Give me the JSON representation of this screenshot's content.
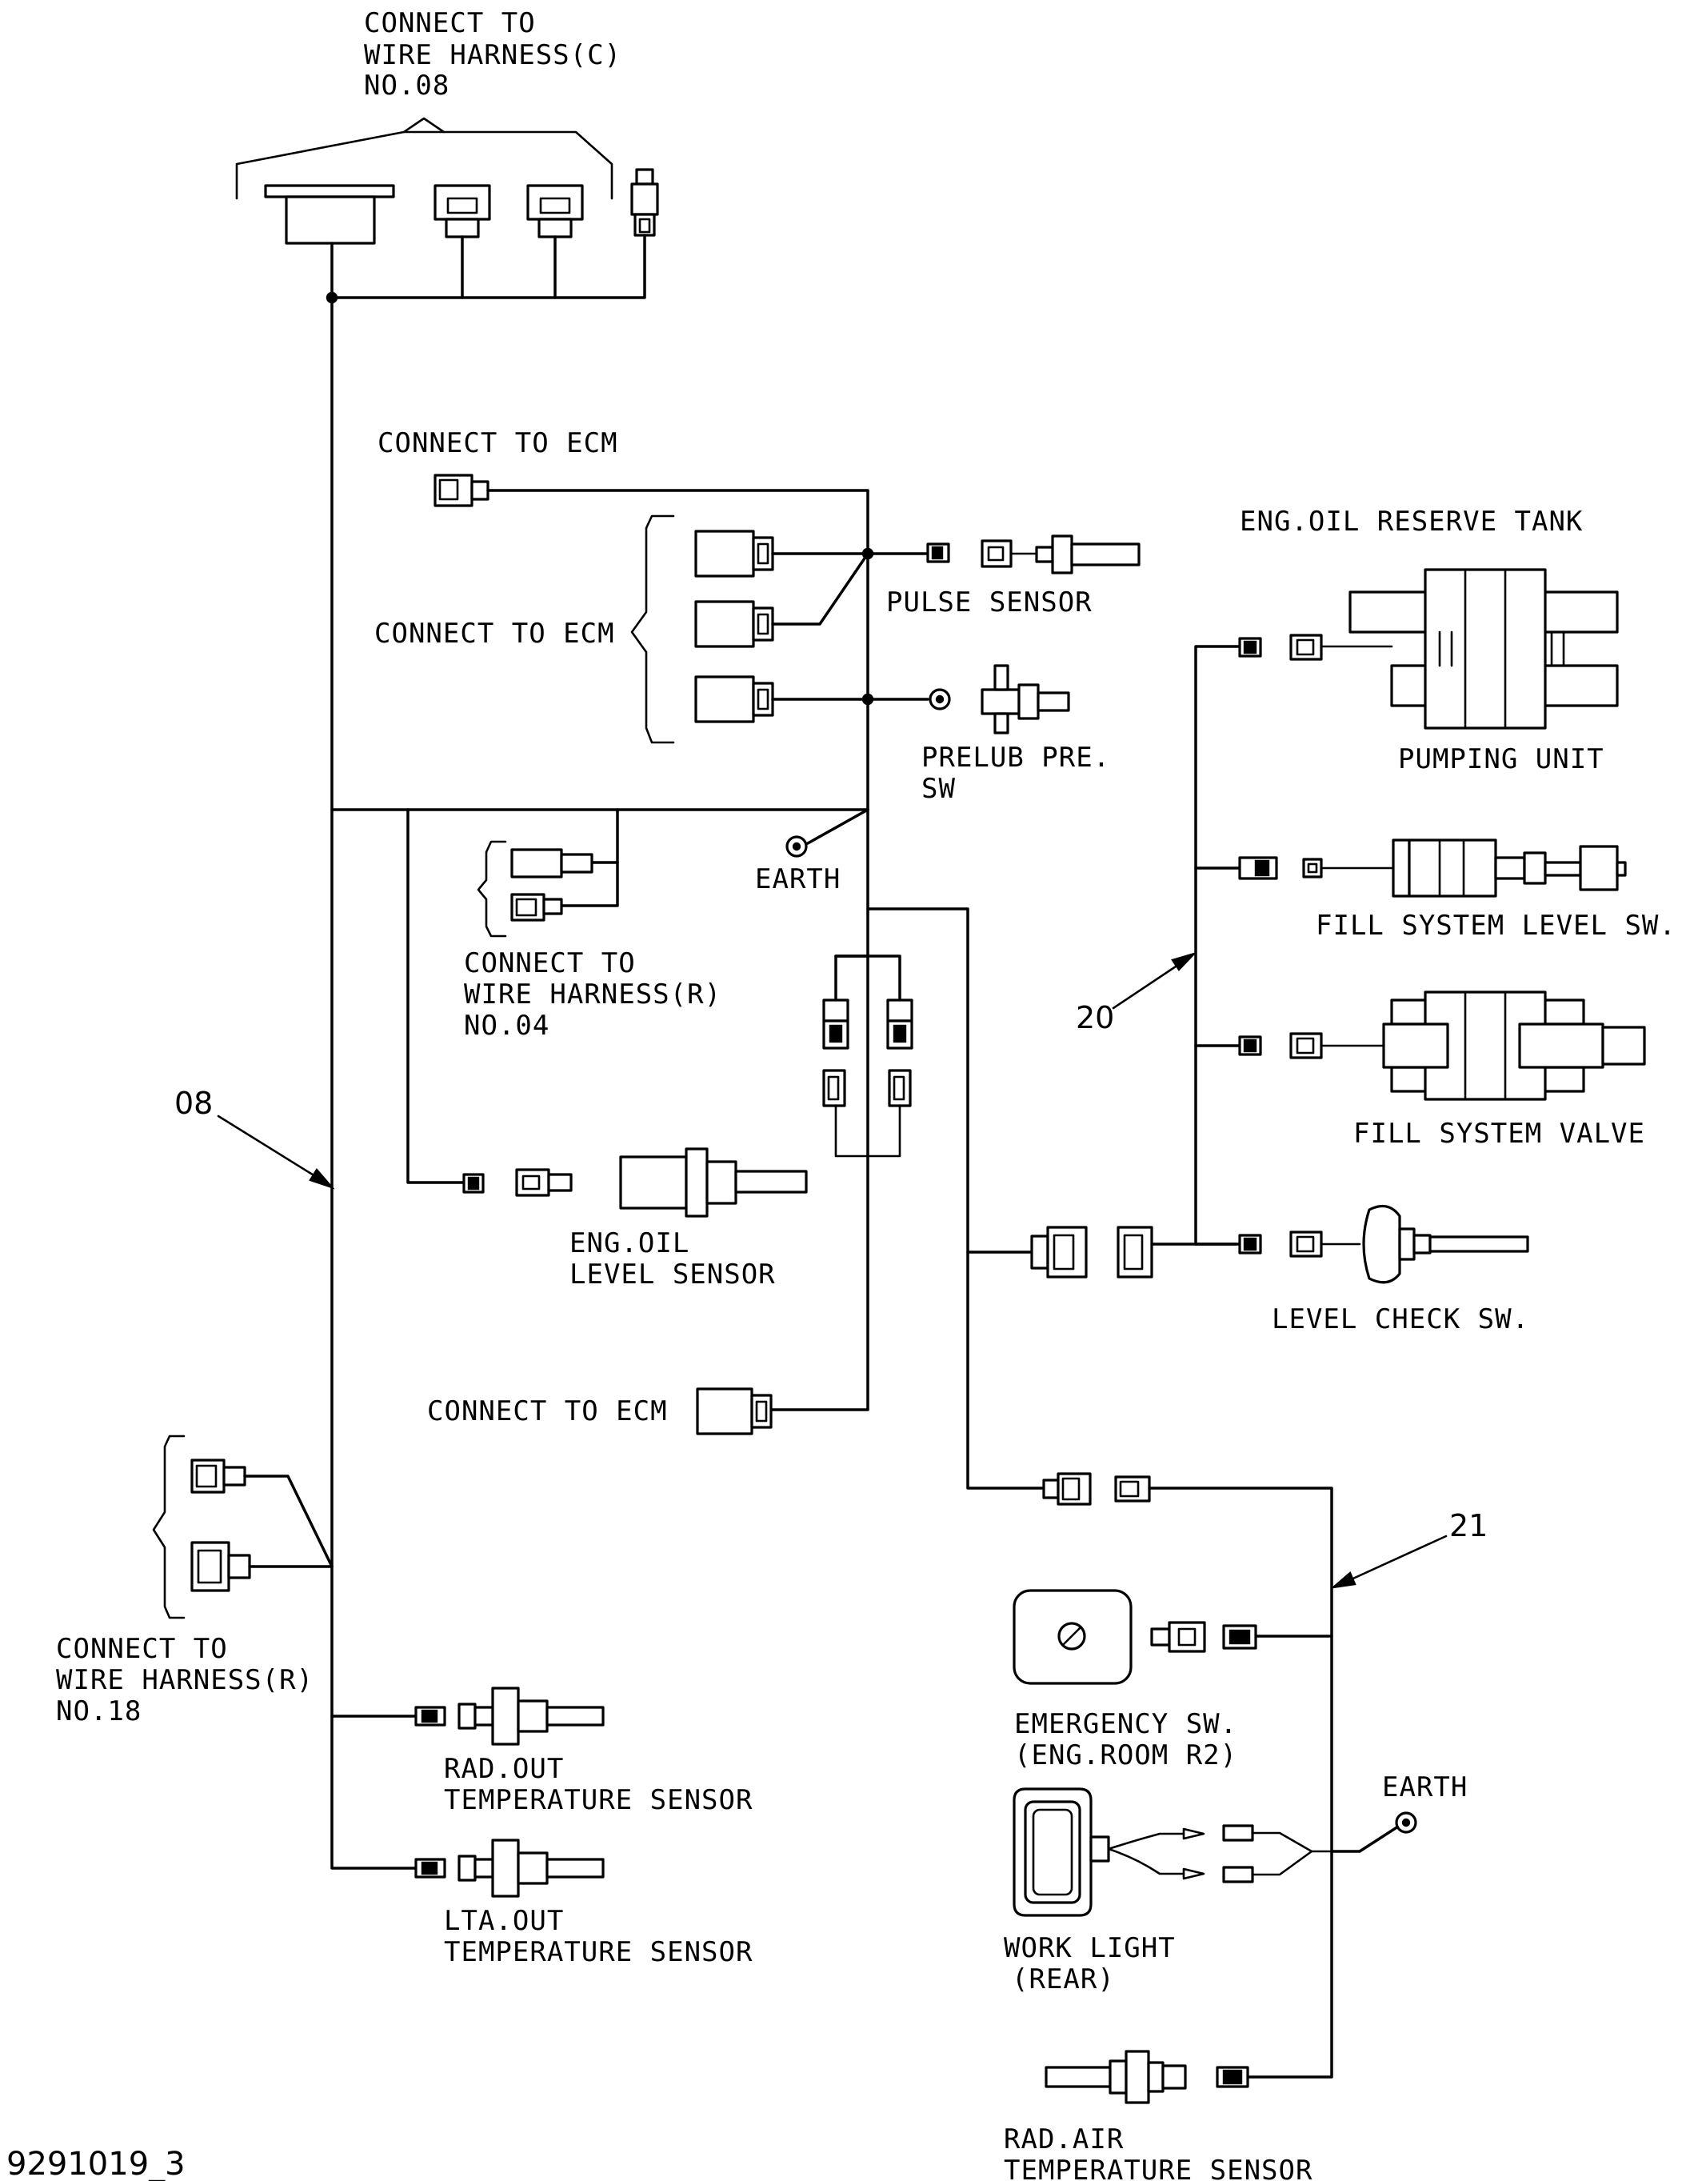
{
  "labels": {
    "harness_c_1": "CONNECT TO",
    "harness_c_2": "WIRE HARNESS(C)",
    "harness_c_3": "NO.08",
    "ecm_top": "CONNECT TO ECM",
    "ecm_group": "CONNECT TO ECM",
    "pulse_sensor": "PULSE SENSOR",
    "prelub_1": "PRELUB PRE.",
    "prelub_2": "SW",
    "earth_1": "EARTH",
    "harness_r04_1": "CONNECT TO",
    "harness_r04_2": "WIRE HARNESS(R)",
    "harness_r04_3": "NO.04",
    "oil_level_1": "ENG.OIL",
    "oil_level_2": "LEVEL SENSOR",
    "ecm_bottom": "CONNECT TO ECM",
    "harness_r18_1": "CONNECT TO",
    "harness_r18_2": "WIRE HARNESS(R)",
    "harness_r18_3": "NO.18",
    "rad_out_1": "RAD.OUT",
    "rad_out_2": "TEMPERATURE SENSOR",
    "lta_out_1": "LTA.OUT",
    "lta_out_2": "TEMPERATURE SENSOR",
    "reserve_tank": "ENG.OIL RESERVE TANK",
    "pumping_unit": "PUMPING UNIT",
    "fill_level_sw": "FILL SYSTEM LEVEL SW.",
    "fill_valve": "FILL SYSTEM VALVE",
    "level_check_sw": "LEVEL CHECK SW.",
    "emergency_1": "EMERGENCY SW.",
    "emergency_2": "(ENG.ROOM R2)",
    "earth_2": "EARTH",
    "work_light_1": "WORK LIGHT",
    "work_light_2": "(REAR)",
    "rad_air_1": "RAD.AIR",
    "rad_air_2": "TEMPERATURE SENSOR"
  },
  "refs": {
    "harness_08": "08",
    "harness_20": "20",
    "harness_21": "21"
  },
  "figure_id": "9291019_3"
}
